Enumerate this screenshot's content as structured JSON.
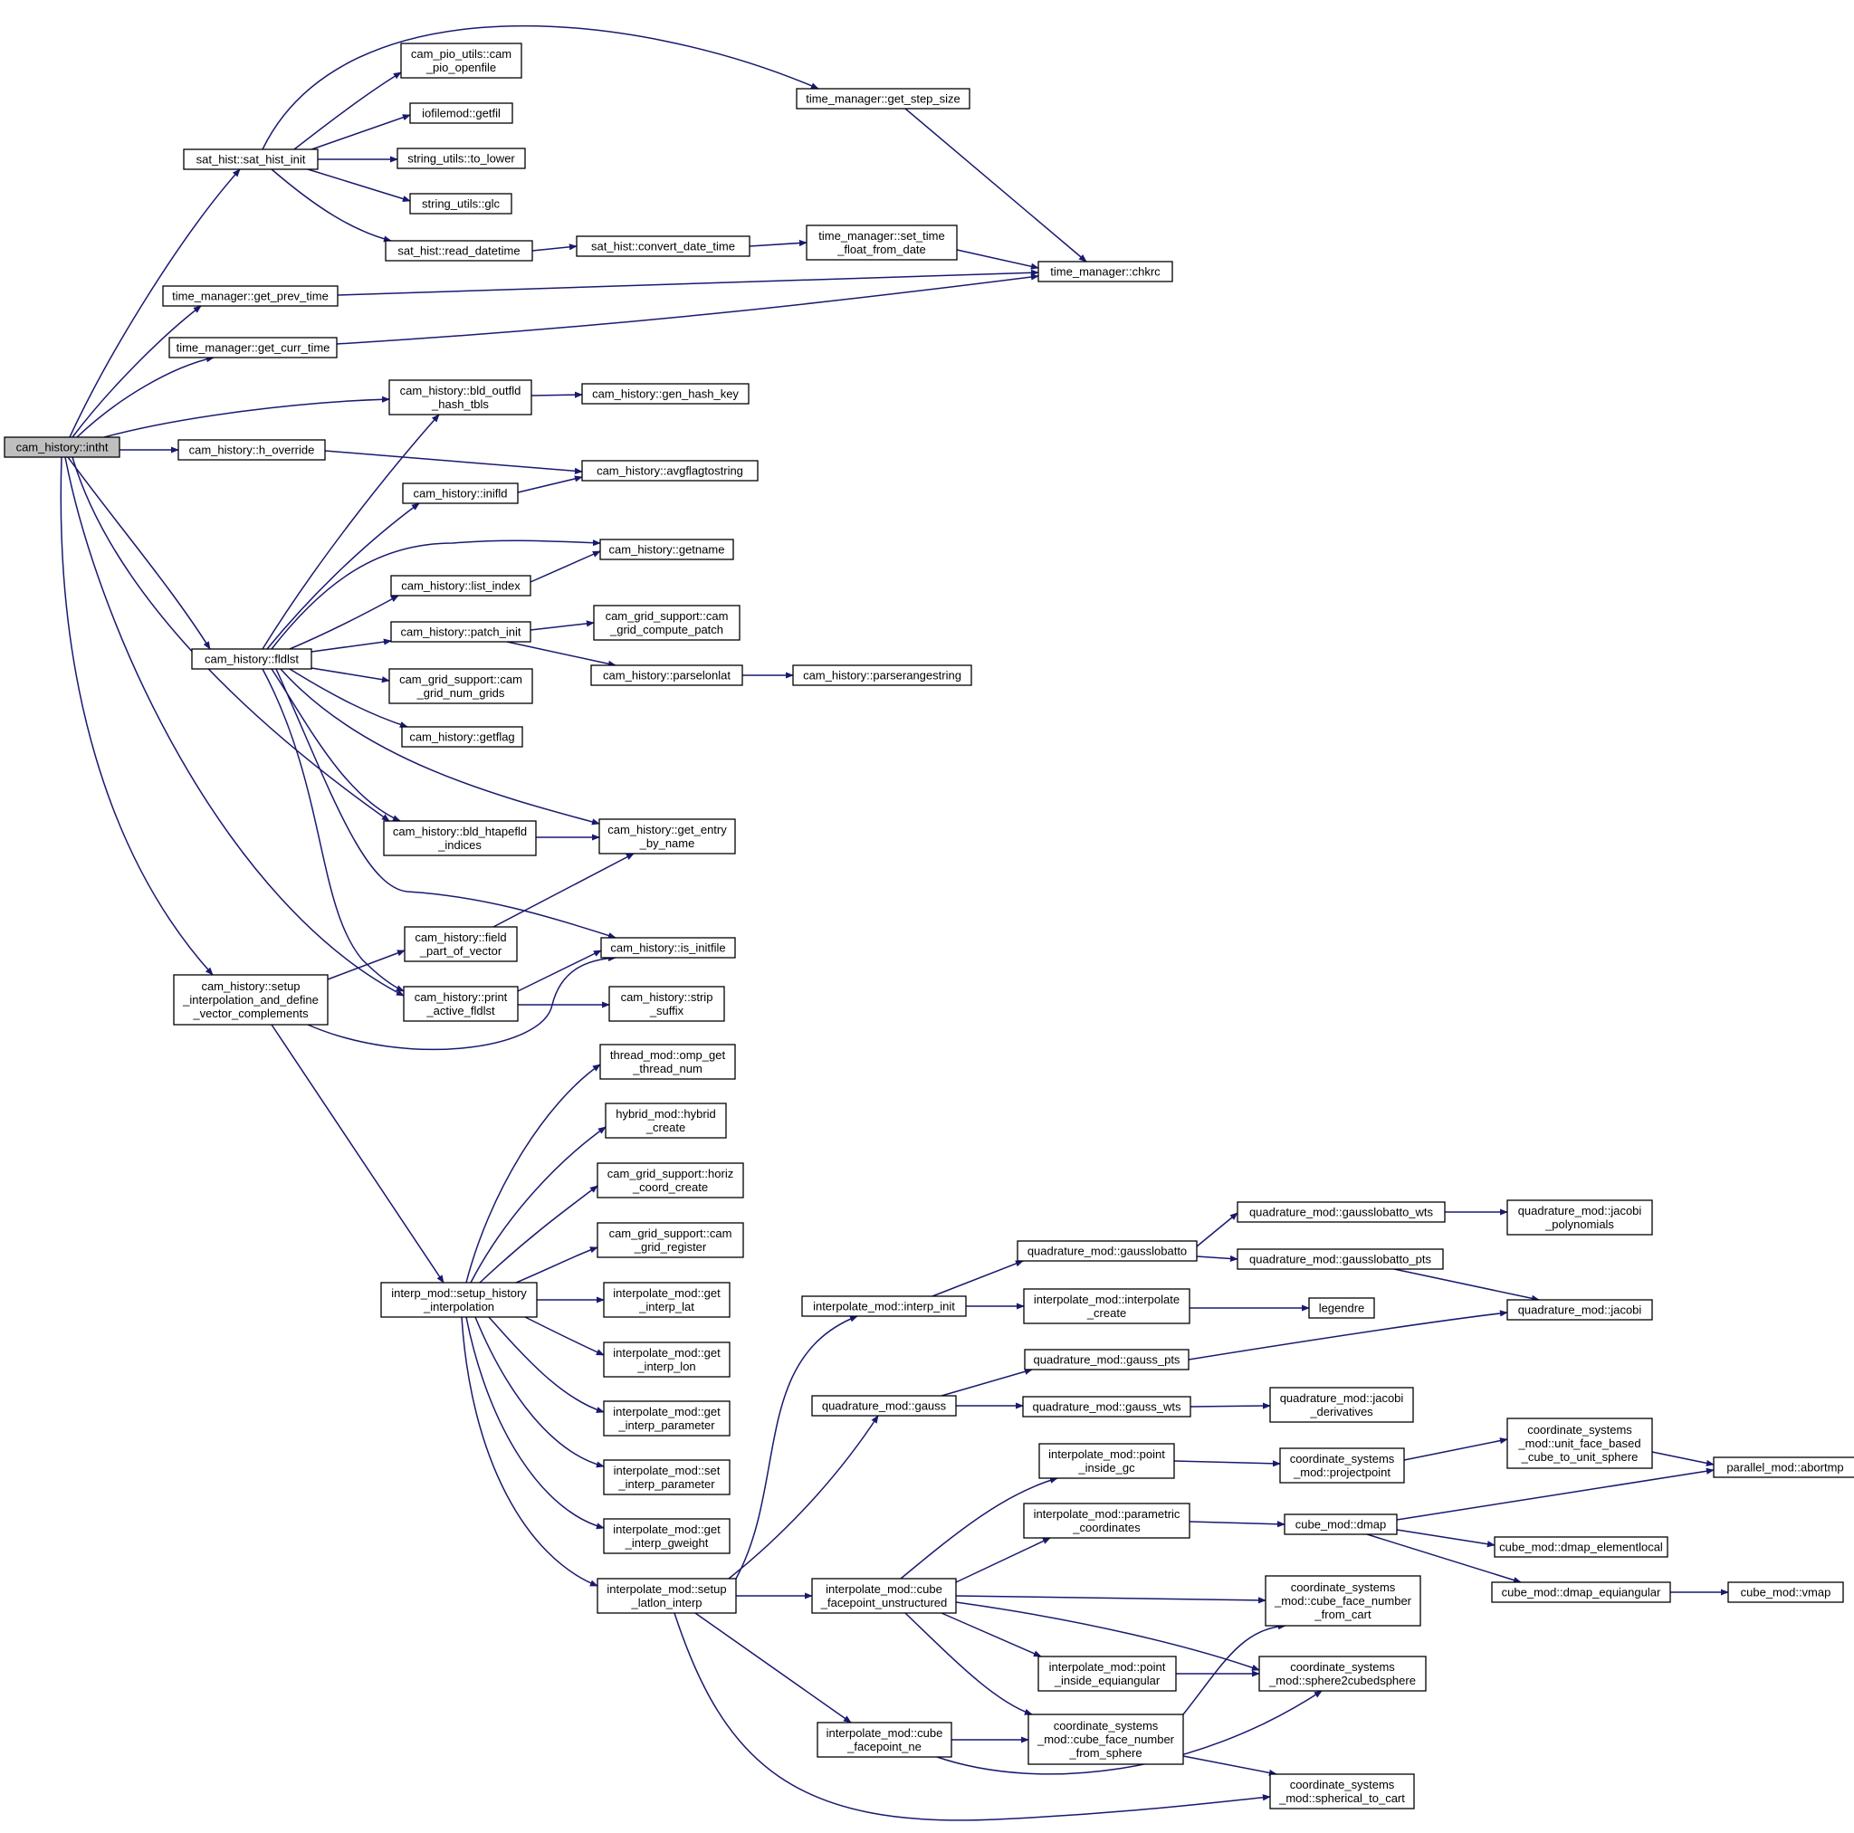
{
  "nodes": {
    "intht": [
      "cam_history::intht"
    ],
    "sat_hist_init": [
      "sat_hist::sat_hist_init"
    ],
    "get_prev_time": [
      "time_manager::get_prev_time"
    ],
    "get_curr_time": [
      "time_manager::get_curr_time"
    ],
    "h_override": [
      "cam_history::h_override"
    ],
    "fldlst": [
      "cam_history::fldlst"
    ],
    "setup_interp": [
      "cam_history::setup",
      "_interpolation_and_define",
      "_vector_complements"
    ],
    "setup_history_interp": [
      "interp_mod::setup_history",
      "_interpolation"
    ],
    "cam_pio_openfile": [
      "cam_pio_utils::cam",
      "_pio_openfile"
    ],
    "getfil": [
      "iofilemod::getfil"
    ],
    "to_lower": [
      "string_utils::to_lower"
    ],
    "glc": [
      "string_utils::glc"
    ],
    "read_datetime": [
      "sat_hist::read_datetime"
    ],
    "convert_date_time": [
      "sat_hist::convert_date_time"
    ],
    "set_time_float": [
      "time_manager::set_time",
      "_float_from_date"
    ],
    "get_step_size": [
      "time_manager::get_step_size"
    ],
    "chkrc": [
      "time_manager::chkrc"
    ],
    "bld_outfld_hash": [
      "cam_history::bld_outfld",
      "_hash_tbls"
    ],
    "gen_hash_key": [
      "cam_history::gen_hash_key"
    ],
    "avgflagtostring": [
      "cam_history::avgflagtostring"
    ],
    "inifld": [
      "cam_history::inifld"
    ],
    "getname": [
      "cam_history::getname"
    ],
    "list_index": [
      "cam_history::list_index"
    ],
    "patch_init": [
      "cam_history::patch_init"
    ],
    "grid_compute_patch": [
      "cam_grid_support::cam",
      "_grid_compute_patch"
    ],
    "parselonlat": [
      "cam_history::parselonlat"
    ],
    "parserangestring": [
      "cam_history::parserangestring"
    ],
    "grid_num_grids": [
      "cam_grid_support::cam",
      "_grid_num_grids"
    ],
    "getflag": [
      "cam_history::getflag"
    ],
    "bld_htapefld": [
      "cam_history::bld_htapefld",
      "_indices"
    ],
    "get_entry": [
      "cam_history::get_entry",
      "_by_name"
    ],
    "field_part": [
      "cam_history::field",
      "_part_of_vector"
    ],
    "is_initfile": [
      "cam_history::is_initfile"
    ],
    "print_active": [
      "cam_history::print",
      "_active_fldlst"
    ],
    "strip_suffix": [
      "cam_history::strip",
      "_suffix"
    ],
    "omp_get": [
      "thread_mod::omp_get",
      "_thread_num"
    ],
    "hybrid_create": [
      "hybrid_mod::hybrid",
      "_create"
    ],
    "horiz_coord": [
      "cam_grid_support::horiz",
      "_coord_create"
    ],
    "grid_register": [
      "cam_grid_support::cam",
      "_grid_register"
    ],
    "get_interp_lat": [
      "interpolate_mod::get",
      "_interp_lat"
    ],
    "get_interp_lon": [
      "interpolate_mod::get",
      "_interp_lon"
    ],
    "get_interp_param": [
      "interpolate_mod::get",
      "_interp_parameter"
    ],
    "set_interp_param": [
      "interpolate_mod::set",
      "_interp_parameter"
    ],
    "get_interp_gweight": [
      "interpolate_mod::get",
      "_interp_gweight"
    ],
    "setup_latlon": [
      "interpolate_mod::setup",
      "_latlon_interp"
    ],
    "interp_init": [
      "interpolate_mod::interp_init"
    ],
    "gauss": [
      "quadrature_mod::gauss"
    ],
    "cube_fp_unstruct": [
      "interpolate_mod::cube",
      "_facepoint_unstructured"
    ],
    "cube_fp_ne": [
      "interpolate_mod::cube",
      "_facepoint_ne"
    ],
    "gausslobatto": [
      "quadrature_mod::gausslobatto"
    ],
    "interpolate_create": [
      "interpolate_mod::interpolate",
      "_create"
    ],
    "gauss_pts": [
      "quadrature_mod::gauss_pts"
    ],
    "gauss_wts": [
      "quadrature_mod::gauss_wts"
    ],
    "point_inside_gc": [
      "interpolate_mod::point",
      "_inside_gc"
    ],
    "parametric_coords": [
      "interpolate_mod::parametric",
      "_coordinates"
    ],
    "point_inside_equi": [
      "interpolate_mod::point",
      "_inside_equiangular"
    ],
    "cube_face_num_sphere": [
      "coordinate_systems",
      "_mod::cube_face_number",
      "_from_sphere"
    ],
    "gausslobatto_wts": [
      "quadrature_mod::gausslobatto_wts"
    ],
    "gausslobatto_pts": [
      "quadrature_mod::gausslobatto_pts"
    ],
    "legendre": [
      "legendre"
    ],
    "jacobi_derivs": [
      "quadrature_mod::jacobi",
      "_derivatives"
    ],
    "projectpoint": [
      "coordinate_systems",
      "_mod::projectpoint"
    ],
    "dmap": [
      "cube_mod::dmap"
    ],
    "cube_face_num_cart": [
      "coordinate_systems",
      "_mod::cube_face_number",
      "_from_cart"
    ],
    "sphere2cubed": [
      "coordinate_systems",
      "_mod::sphere2cubedsphere"
    ],
    "spherical_to_cart": [
      "coordinate_systems",
      "_mod::spherical_to_cart"
    ],
    "jacobi_poly": [
      "quadrature_mod::jacobi",
      "_polynomials"
    ],
    "jacobi": [
      "quadrature_mod::jacobi"
    ],
    "unit_face": [
      "coordinate_systems",
      "_mod::unit_face_based",
      "_cube_to_unit_sphere"
    ],
    "dmap_elementlocal": [
      "cube_mod::dmap_elementlocal"
    ],
    "dmap_equiangular": [
      "cube_mod::dmap_equiangular"
    ],
    "abortmp": [
      "parallel_mod::abortmp"
    ],
    "vmap": [
      "cube_mod::vmap"
    ]
  },
  "colors": {
    "edge": "#191970",
    "root_fill": "#bfbfbf",
    "node_fill": "#ffffff",
    "node_stroke": "#000000"
  }
}
